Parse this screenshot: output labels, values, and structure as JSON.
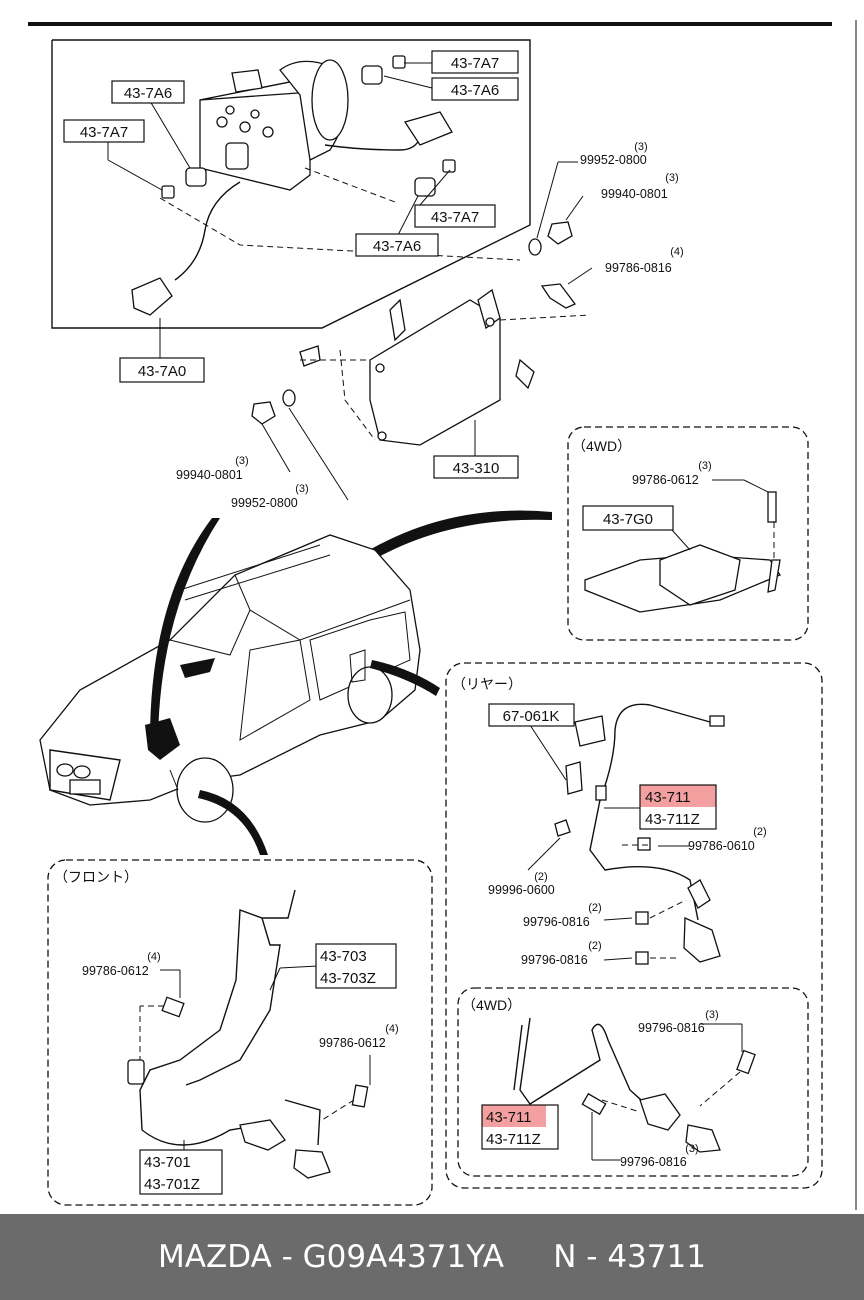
{
  "labels": {
    "abs_unit_a7_top": "43-7A7",
    "abs_unit_a6_top": "43-7A6",
    "abs_unit_a6_left": "43-7A6",
    "abs_unit_a7_left": "43-7A7",
    "abs_unit_a7_bottom": "43-7A7",
    "abs_unit_a6_bottom": "43-7A6",
    "abs_assembly": "43-7A0",
    "bracket": "43-310",
    "g_sensor": "43-7G0",
    "rear_label": "67-061K",
    "rear_sensor": "43-711",
    "rear_sensor_z": "43-711Z",
    "rear4wd_sensor": "43-711",
    "rear4wd_sensor_z": "43-711Z",
    "front_harness": "43-703",
    "front_harness_z": "43-703Z",
    "front_sensor": "43-701",
    "front_sensor_z": "43-701Z"
  },
  "parts": {
    "p1": {
      "number": "99952-0800",
      "qty": "(3)"
    },
    "p2": {
      "number": "99940-0801",
      "qty": "(3)"
    },
    "p3": {
      "number": "99786-0816",
      "qty": "(4)"
    },
    "p4": {
      "number": "99940-0801",
      "qty": "(3)"
    },
    "p5": {
      "number": "99952-0800",
      "qty": "(3)"
    },
    "p6": {
      "number": "99786-0612",
      "qty": "(3)"
    },
    "p7": {
      "number": "99786-0610",
      "qty": "(2)"
    },
    "p8": {
      "number": "99996-0600",
      "qty": "(2)"
    },
    "p9": {
      "number": "99796-0816",
      "qty": "(2)"
    },
    "p10": {
      "number": "99796-0816",
      "qty": "(2)"
    },
    "p11": {
      "number": "99796-0816",
      "qty": "(3)"
    },
    "p12": {
      "number": "99796-0816",
      "qty": "(3)"
    },
    "p13": {
      "number": "99786-0612",
      "qty": "(4)"
    },
    "p14": {
      "number": "99786-0612",
      "qty": "(4)"
    }
  },
  "sections": {
    "four_wd_top": "（4WD）",
    "rear": "（リヤー）",
    "four_wd_rear": "（4WD）",
    "front": "（フロント）"
  },
  "highlight_color": "#f4a0a0",
  "footer": {
    "text": "MAZDA - G09A4371YA     N - 43711"
  }
}
